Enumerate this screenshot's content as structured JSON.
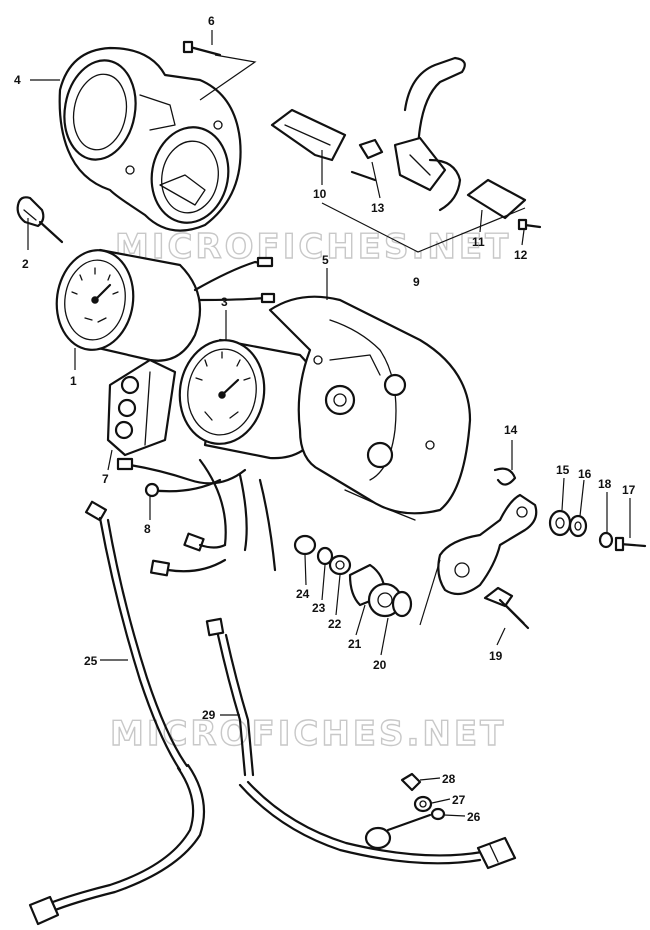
{
  "watermark": {
    "text_top": "MICROFICHES.NET",
    "text_bottom": "MICROFICHES.NET"
  },
  "callouts": [
    {
      "id": "c1",
      "label": "1"
    },
    {
      "id": "c2",
      "label": "2"
    },
    {
      "id": "c3",
      "label": "3"
    },
    {
      "id": "c4",
      "label": "4"
    },
    {
      "id": "c5",
      "label": "5"
    },
    {
      "id": "c6",
      "label": "6"
    },
    {
      "id": "c7",
      "label": "7"
    },
    {
      "id": "c8",
      "label": "8"
    },
    {
      "id": "c9",
      "label": "9"
    },
    {
      "id": "c10",
      "label": "10"
    },
    {
      "id": "c11",
      "label": "11"
    },
    {
      "id": "c12",
      "label": "12"
    },
    {
      "id": "c13",
      "label": "13"
    },
    {
      "id": "c14",
      "label": "14"
    },
    {
      "id": "c15",
      "label": "15"
    },
    {
      "id": "c16",
      "label": "16"
    },
    {
      "id": "c17",
      "label": "17"
    },
    {
      "id": "c18",
      "label": "18"
    },
    {
      "id": "c19",
      "label": "19"
    },
    {
      "id": "c20",
      "label": "20"
    },
    {
      "id": "c21",
      "label": "21"
    },
    {
      "id": "c22",
      "label": "22"
    },
    {
      "id": "c23",
      "label": "23"
    },
    {
      "id": "c24",
      "label": "24"
    },
    {
      "id": "c25",
      "label": "25"
    },
    {
      "id": "c26",
      "label": "26"
    },
    {
      "id": "c27",
      "label": "27"
    },
    {
      "id": "c28",
      "label": "28"
    },
    {
      "id": "c29",
      "label": "29"
    }
  ],
  "colors": {
    "line": "#111111",
    "background": "#ffffff",
    "watermark": "#c8c8c8"
  }
}
